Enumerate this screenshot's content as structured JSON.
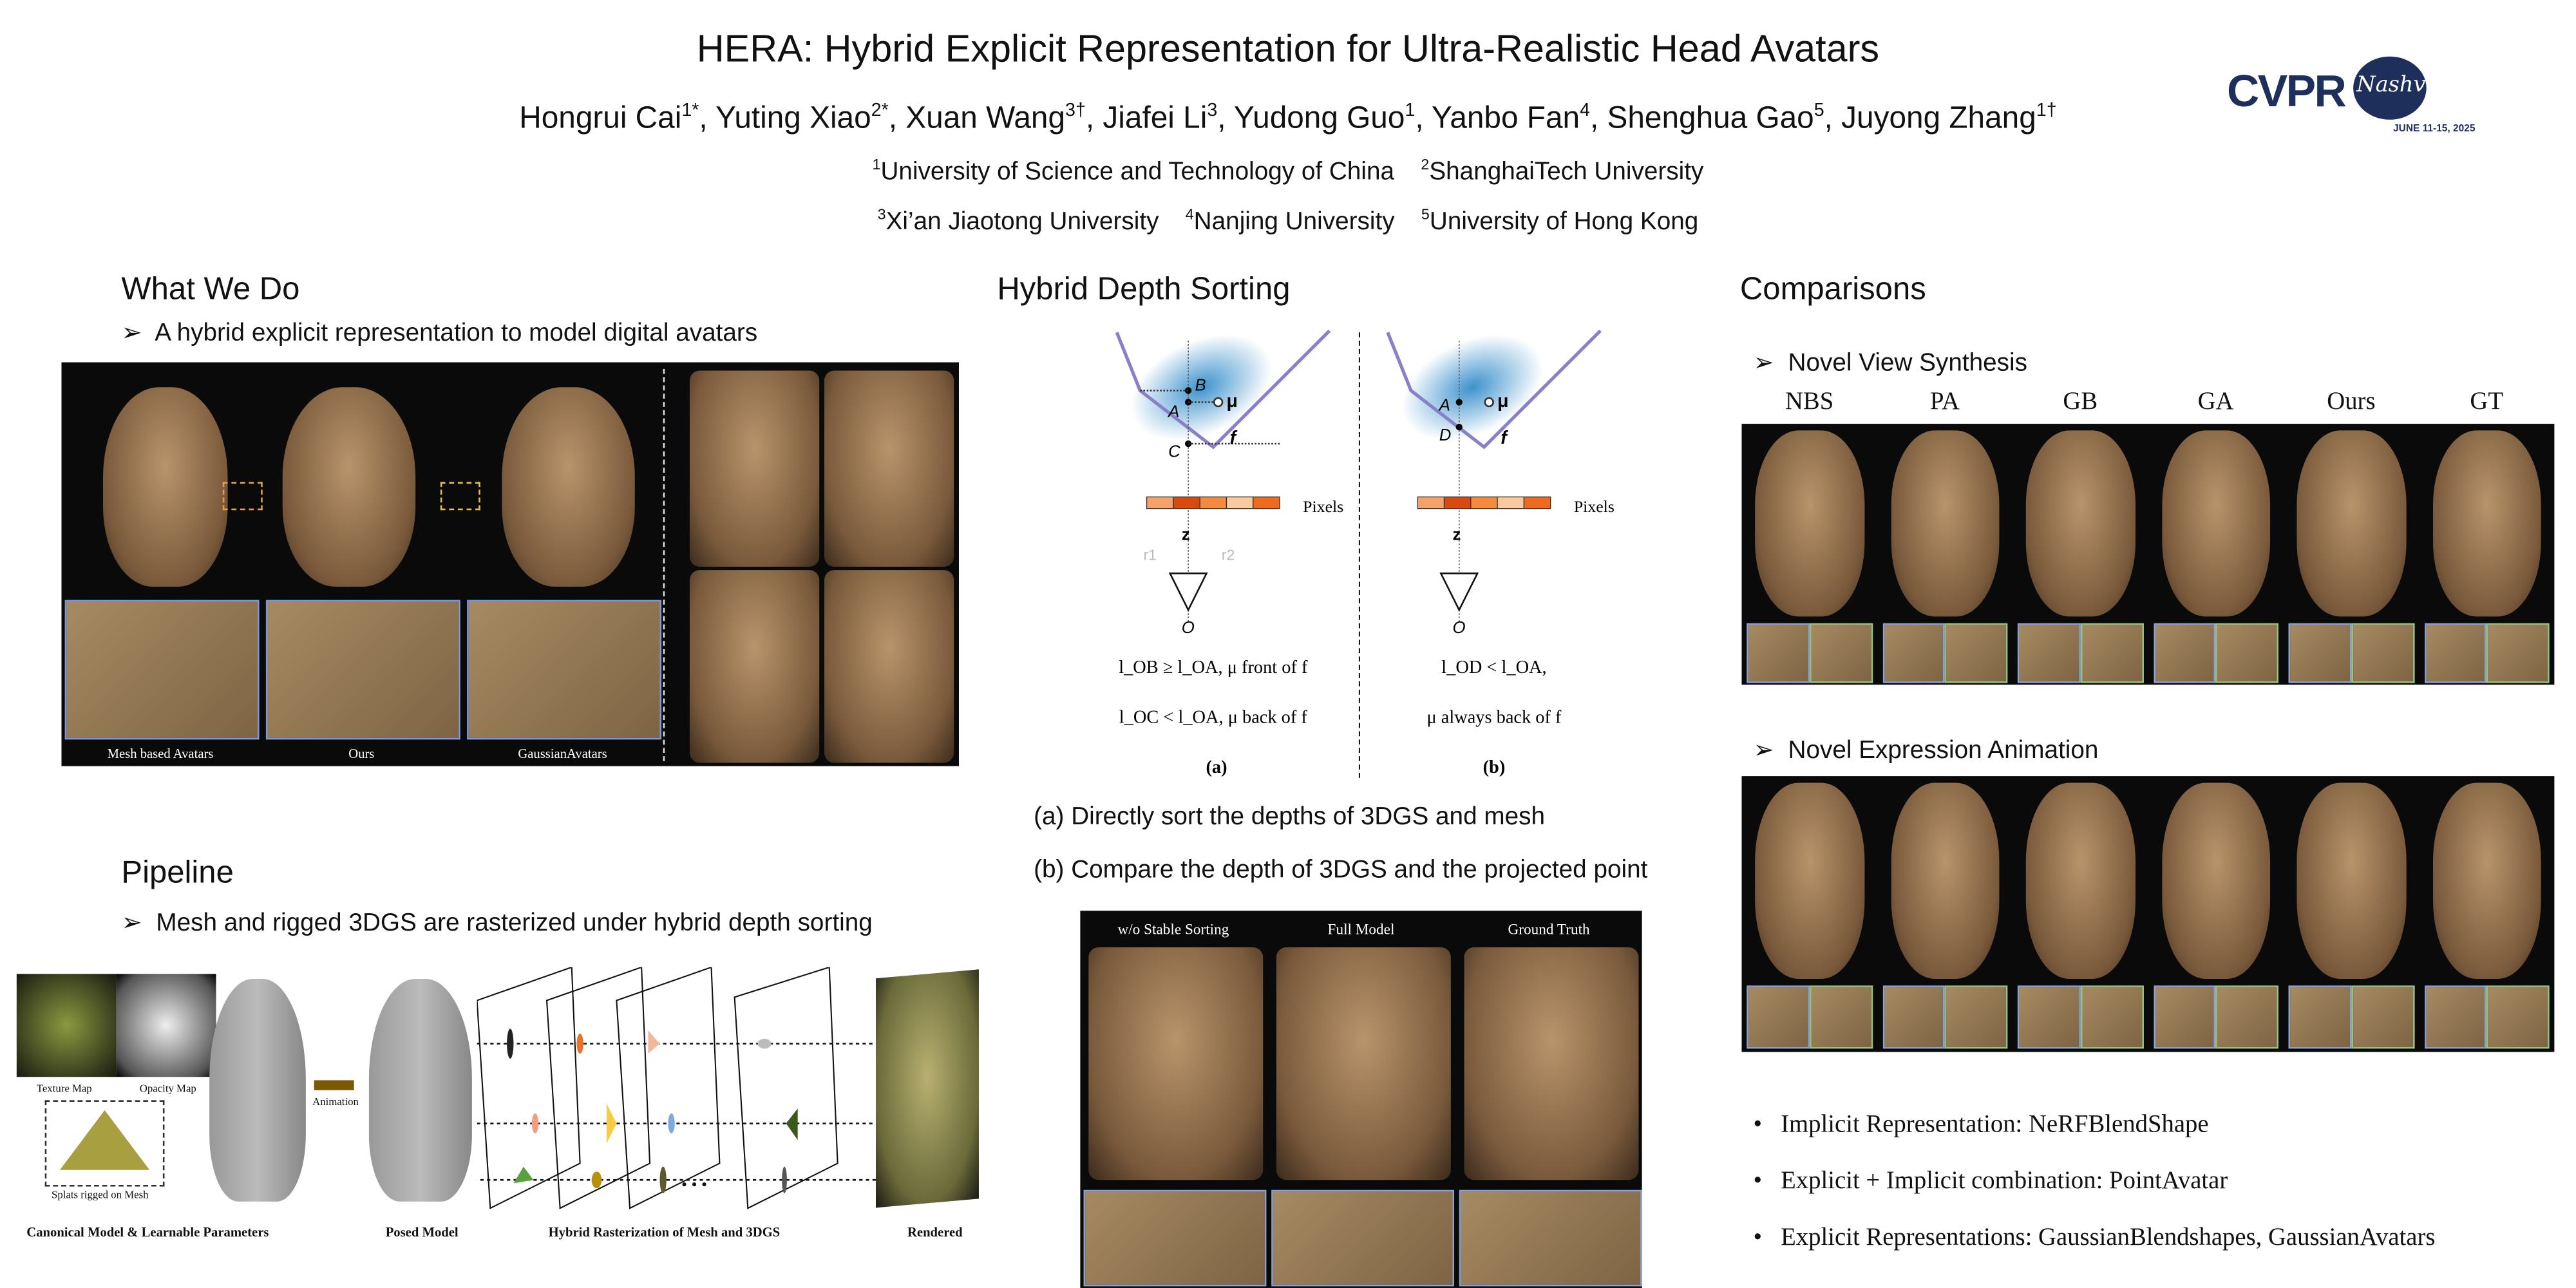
{
  "header": {
    "title": "HERA: Hybrid Explicit Representation for Ultra-Realistic Head Avatars",
    "authors": [
      {
        "name": "Hongrui Cai",
        "sup": "1*"
      },
      {
        "name": "Yuting Xiao",
        "sup": "2*"
      },
      {
        "name": "Xuan Wang",
        "sup": "3†"
      },
      {
        "name": "Jiafei Li",
        "sup": "3"
      },
      {
        "name": "Yudong Guo",
        "sup": "1"
      },
      {
        "name": "Yanbo Fan",
        "sup": "4"
      },
      {
        "name": "Shenghua Gao",
        "sup": "5"
      },
      {
        "name": "Juyong Zhang",
        "sup": "1†"
      }
    ],
    "affiliations_line1": [
      {
        "sup": "1",
        "name": "University of Science and Technology of China"
      },
      {
        "sup": "2",
        "name": "ShanghaiTech University"
      }
    ],
    "affiliations_line2": [
      {
        "sup": "3",
        "name": "Xi’an Jiaotong University"
      },
      {
        "sup": "4",
        "name": "Nanjing University"
      },
      {
        "sup": "5",
        "name": "University of Hong Kong"
      }
    ],
    "logo": {
      "text": "CVPR",
      "script": "Nashville",
      "date": "JUNE 11-15, 2025",
      "color": "#1f2f5c"
    }
  },
  "what_we_do": {
    "heading": "What We Do",
    "bullet": "A hybrid explicit representation to model digital avatars",
    "labels": [
      "Mesh based Avatars",
      "Ours",
      "GaussianAvatars"
    ]
  },
  "pipeline": {
    "heading": "Pipeline",
    "bullet": "Mesh and rigged 3DGS are rasterized under hybrid depth sorting",
    "labels": {
      "texture": "Texture Map",
      "opacity": "Opacity Map",
      "splats": "Splats rigged on Mesh",
      "animation": "Animation",
      "canonical": "Canonical Model & Learnable Parameters",
      "posed": "Posed Model",
      "hybrid": "Hybrid Rasterization of Mesh and 3DGS",
      "rendered": "Rendered",
      "ellipsis": "• • •"
    }
  },
  "depth_sorting": {
    "heading": "Hybrid Depth Sorting",
    "diagram": {
      "pixels": "Pixels",
      "z": "z",
      "o": "O",
      "r1": "r1",
      "r2": "r2",
      "mu": "μ",
      "f": "f",
      "A": "A",
      "B": "B",
      "C": "C",
      "D": "D",
      "a_line1": "l_OB ≥ l_OA, μ front of f",
      "a_line2": "l_OC < l_OA, μ back of f",
      "b_line1": "l_OD < l_OA,",
      "b_line2": "μ always back of f",
      "a_label": "(a)",
      "b_label": "(b)",
      "pixel_colors": [
        "#f5a26a",
        "#d9480f",
        "#f58a3c",
        "#fbc9a0",
        "#ee6a1c"
      ]
    },
    "captions": [
      "(a)  Directly sort the depths of 3DGS and mesh",
      "(b)  Compare the depth of 3DGS and the projected point"
    ],
    "ablation_labels": [
      "w/o Stable Sorting",
      "Full Model",
      "Ground Truth"
    ]
  },
  "comparisons": {
    "heading": "Comparisons",
    "nvs": {
      "title": "Novel View Synthesis",
      "columns": [
        "NBS",
        "PA",
        "GB",
        "GA",
        "Ours",
        "GT"
      ]
    },
    "nea": {
      "title": "Novel Expression Animation"
    },
    "bullets": [
      "Implicit Representation: NeRFBlendShape",
      "Explicit + Implicit combination: PointAvatar",
      "Explicit Representations: GaussianBlendshapes, GaussianAvatars"
    ]
  }
}
